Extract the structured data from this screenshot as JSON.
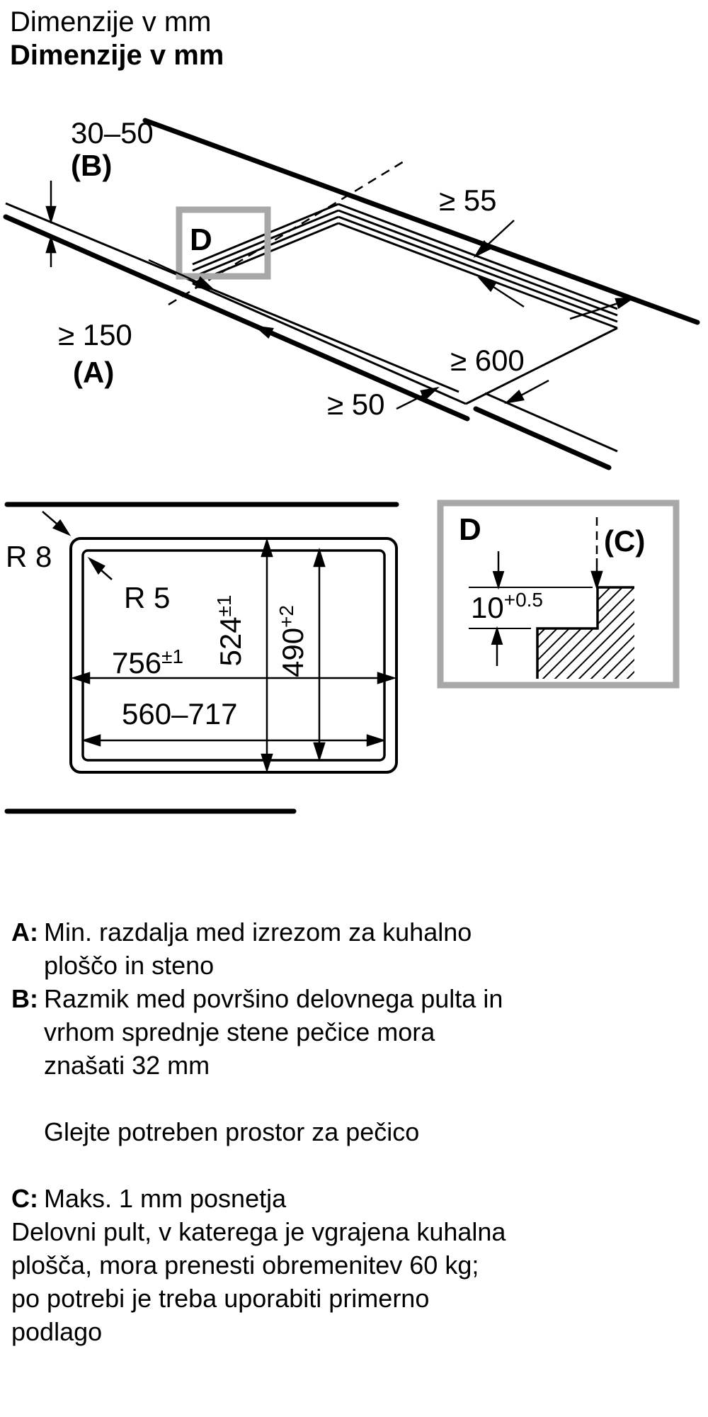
{
  "title": {
    "line1": "Dimenzije v mm",
    "line2": "Dimenzije v mm"
  },
  "colors": {
    "ink": "#000000",
    "callout_gray": "#a8a8a8",
    "background": "#ffffff"
  },
  "iso_view": {
    "labels": {
      "worktop_thickness": "30–50",
      "worktop_thickness_ref": "(B)",
      "detail_marker": "D",
      "rear_gap": "≥ 55",
      "side_clearance": "≥ 150",
      "side_clearance_ref": "(A)",
      "worktop_depth": "≥ 600",
      "front_clearance": "≥ 50"
    }
  },
  "plan_view": {
    "labels": {
      "outer_corner_radius": "R 8",
      "inner_corner_radius": "R 5",
      "cutout_depth": {
        "value": "524",
        "tol": "±1"
      },
      "inner_depth": {
        "value": "490",
        "tol": "+2"
      },
      "cutout_width": {
        "value": "756",
        "tol": "±1"
      },
      "cabinet_width_range": "560–717"
    }
  },
  "detail_view": {
    "marker": "D",
    "chamfer_ref": "(C)",
    "step_depth": {
      "value": "10",
      "tol": "+0.5"
    }
  },
  "notes": [
    {
      "key": "A:",
      "lines": [
        "Min. razdalja med izrezom za kuhalno",
        "ploščo in steno"
      ]
    },
    {
      "key": "B:",
      "lines": [
        "Razmik med površino delovnega pulta in",
        "vrhom sprednje stene pečice mora",
        "znašati 32 mm"
      ]
    },
    {
      "key": "",
      "lines": [
        "Glejte potreben prostor za pečico"
      ]
    },
    {
      "key": "C:",
      "lines": [
        "Maks. 1 mm posnetja"
      ]
    },
    {
      "key": "",
      "lines": [
        "Delovni pult, v katerega je vgrajena kuhalna",
        "plošča, mora prenesti obremenitev 60 kg;",
        "po potrebi je treba uporabiti primerno",
        "podlago"
      ]
    }
  ]
}
